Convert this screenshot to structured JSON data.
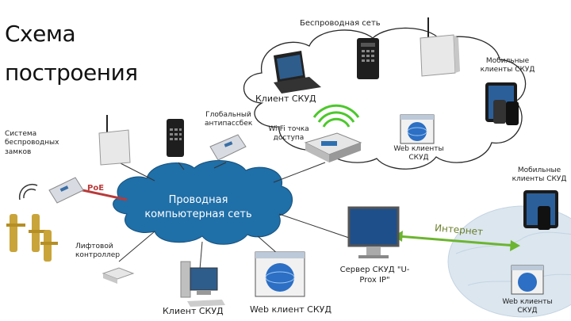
{
  "title": {
    "line1": "Схема",
    "line2": "построения"
  },
  "labels": {
    "wireless_network": "Беспроводная сеть",
    "mobile_clients_top": "Мобильные клиенты СКУД",
    "client_skud_top": "Клиент СКУД",
    "global_antipassback": "Глобальный антипассбек",
    "wifi_ap": "Wi-Fi точка доступа",
    "web_clients_mid": "Web клиенты СКУД",
    "wireless_locks": "Система беспроводных замков",
    "mobile_clients_right": "Мобильные клиенты СКУД",
    "poe": "PoE",
    "wired_network": "Проводная компьютерная сеть",
    "internet": "Интернет",
    "elevator_controller": "Лифтовой контроллер",
    "server": "Сервер СКУД \"U-Prox IP\"",
    "client_skud_bottom": "Клиент СКУД",
    "web_client_bottom": "Web клиент СКУД",
    "web_clients_bottom_right": "Web клиенты СКУД"
  },
  "colors": {
    "wired_cloud": "#1f6fa8",
    "poe_line": "#b83a3a",
    "internet_line": "#6cb52f",
    "wifi_waves": "#4cc82b",
    "cloud_outline": "#2a2a2a"
  }
}
